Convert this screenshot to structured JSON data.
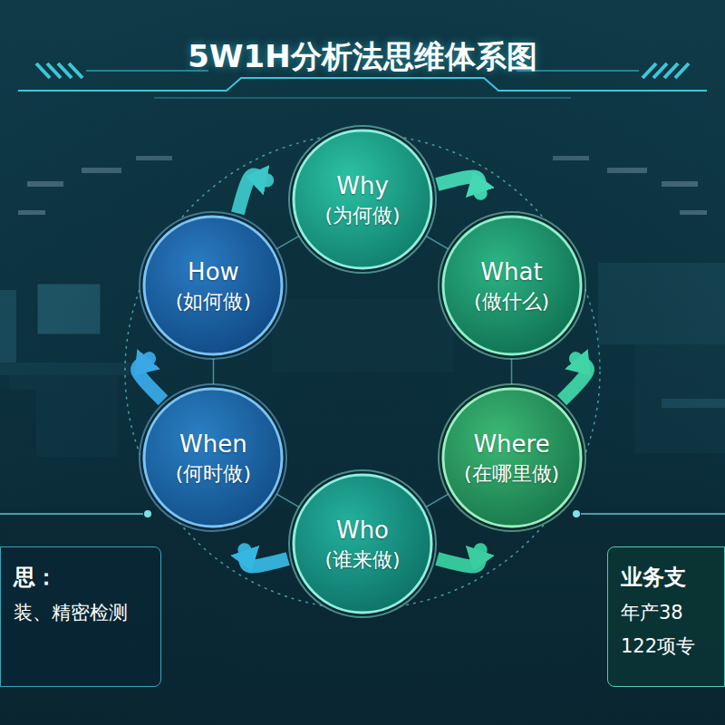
{
  "diagram": {
    "title": "5W1H分析法思维体系图",
    "nodes": [
      {
        "text": [
          "Why",
          "(为何做)"
        ]
      },
      {
        "text": [
          "What",
          "(做什么)"
        ]
      },
      {
        "text": [
          "Where",
          "(在哪里做)"
        ]
      },
      {
        "text": [
          "Who",
          "(谁来做)"
        ]
      },
      {
        "text": [
          "When",
          "(何时做)"
        ]
      },
      {
        "text": [
          "How",
          "(如何做)"
        ]
      },
      {
        "text": [
          "思：",
          "装、精密检测"
        ]
      },
      {
        "text": [
          "业务支",
          "年产38",
          "122项专"
        ]
      }
    ],
    "edges": [
      {
        "from": 5,
        "to": 0,
        "arrow": "to"
      },
      {
        "from": 0,
        "to": 1,
        "arrow": "to"
      },
      {
        "from": 2,
        "to": 1,
        "arrow": "to"
      },
      {
        "from": 3,
        "to": 2,
        "arrow": "to"
      },
      {
        "from": 3,
        "to": 4,
        "arrow": "to"
      },
      {
        "from": 4,
        "to": 5,
        "arrow": "to"
      }
    ]
  }
}
